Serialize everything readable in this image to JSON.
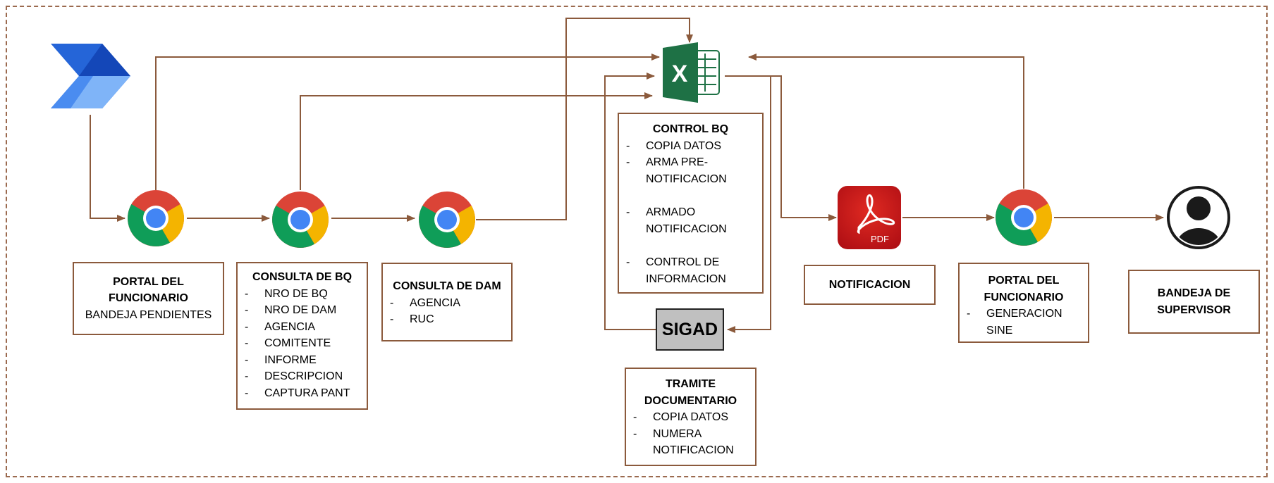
{
  "boxes": {
    "portal1": {
      "title": "PORTAL DEL FUNCIONARIO",
      "sub": "BANDEJA PENDIENTES"
    },
    "bq": {
      "title": "CONSULTA DE BQ",
      "items": [
        "NRO DE BQ",
        "NRO DE DAM",
        "AGENCIA",
        "COMITENTE",
        "INFORME",
        "DESCRIPCION",
        "CAPTURA PANT"
      ]
    },
    "dam": {
      "title": "CONSULTA DE DAM",
      "items": [
        "AGENCIA",
        "RUC"
      ]
    },
    "control": {
      "title": "CONTROL BQ",
      "items": [
        "COPIA DATOS",
        "ARMA PRE-NOTIFICACION",
        "ARMADO NOTIFICACION",
        "CONTROL DE INFORMACION"
      ]
    },
    "tramite": {
      "title": "TRAMITE DOCUMENTARIO",
      "items": [
        "COPIA DATOS",
        "NUMERA NOTIFICACION"
      ]
    },
    "notif": {
      "title": "NOTIFICACION"
    },
    "portal2": {
      "title": "PORTAL DEL FUNCIONARIO",
      "items": [
        "GENERACION SINE"
      ]
    },
    "bandeja": {
      "title": "BANDEJA DE SUPERVISOR"
    }
  },
  "icons": {
    "sigad_label": "SIGAD",
    "pdf_label": "PDF",
    "excel_label": "X"
  },
  "colors": {
    "connector": "#8b5a3c",
    "box_border": "#8b5a3c",
    "excel_green": "#1e7145",
    "pdf_red": "#c3161c",
    "automate_blue": "#2f6fe4",
    "sigad_gray": "#c0c0c0"
  }
}
